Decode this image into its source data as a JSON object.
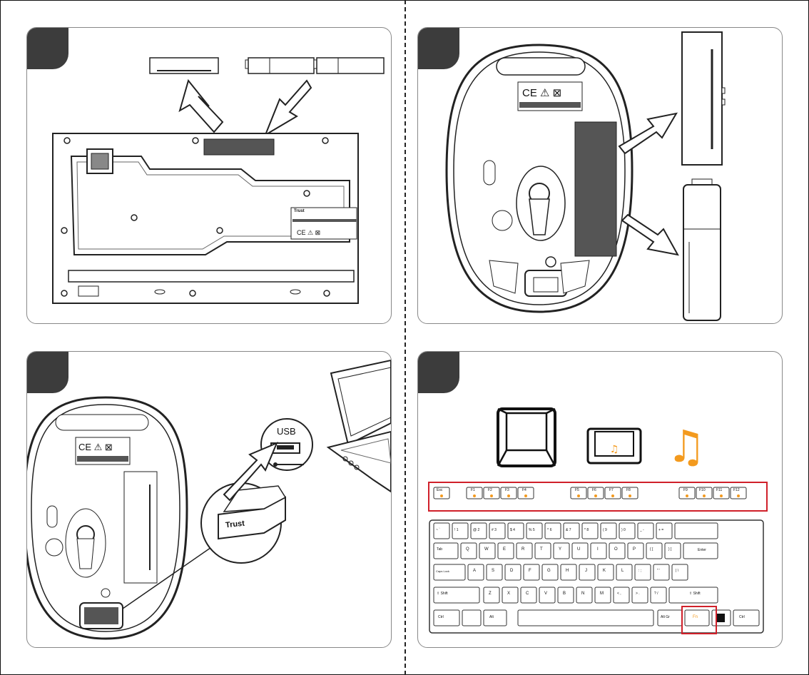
{
  "labels": {
    "certification_marks": "CE ⚠ ⊠",
    "brand": "Trust",
    "dongle_brand": "Trust",
    "usb": "USB",
    "fn_key": "Fn"
  },
  "keyboard": {
    "function_row": [
      "Esc",
      "F1",
      "F2",
      "F3",
      "F4",
      "F5",
      "F6",
      "F7",
      "F8",
      "F9",
      "F10",
      "F11",
      "F12"
    ],
    "number_row": [
      "~ `",
      "! 1",
      "@ 2",
      "# 3",
      "$ 4",
      "% 5",
      "^ 6",
      "& 7",
      "* 8",
      "( 9",
      ") 0",
      "_ -",
      "+ ="
    ],
    "qwerty_row": [
      "Q",
      "W",
      "E",
      "R",
      "T",
      "Y",
      "U",
      "I",
      "O",
      "P",
      "{ [",
      "} ]"
    ],
    "home_row": [
      "A",
      "S",
      "D",
      "F",
      "G",
      "H",
      "J",
      "K",
      "L",
      ": ;",
      "\" '",
      "| \\"
    ],
    "shift_row": [
      "Z",
      "X",
      "C",
      "V",
      "B",
      "N",
      "M",
      "< ,",
      "> .",
      "? /"
    ],
    "mods": {
      "tab": "Tab",
      "caps": "Caps Lock",
      "shift_l": "⇧ Shift",
      "shift_r": "⇧ Shift",
      "enter": "Enter",
      "ctrl_l": "Ctrl",
      "alt_l": "Alt",
      "alt_gr": "Alt Gr",
      "ctrl_r": "Ctrl"
    }
  },
  "colors": {
    "accent": "#f39a1e",
    "highlight": "#d0202a",
    "tab": "#3c3c3c",
    "compartment": "#555555"
  }
}
